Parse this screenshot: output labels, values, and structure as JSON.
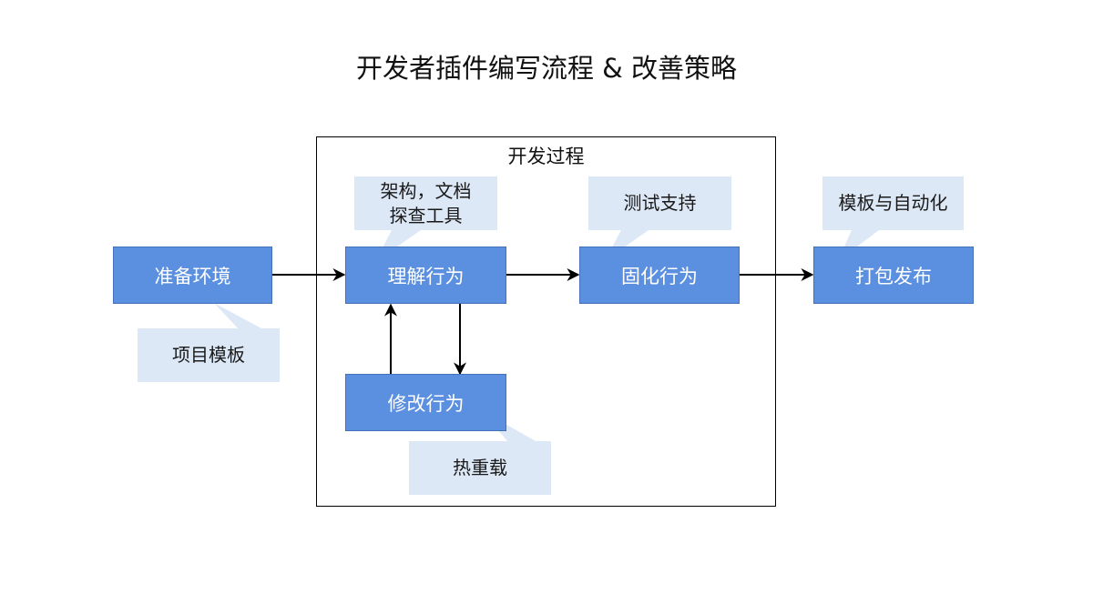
{
  "title": "开发者插件编写流程 & 改善策略",
  "frame": {
    "label": "开发过程"
  },
  "boxes": {
    "prepare": "准备环境",
    "understand": "理解行为",
    "modify": "修改行为",
    "solidify": "固化行为",
    "package": "打包发布"
  },
  "callouts": {
    "template": "项目模板",
    "tools": [
      "架构，文档",
      "探查工具"
    ],
    "hotreload": "热重载",
    "testing": "测试支持",
    "automation": "模板与自动化"
  },
  "colors": {
    "box_fill": "#5b8fdf",
    "box_border": "#4470b8",
    "callout_fill": "#dde8f7",
    "arrow": "#000000"
  }
}
